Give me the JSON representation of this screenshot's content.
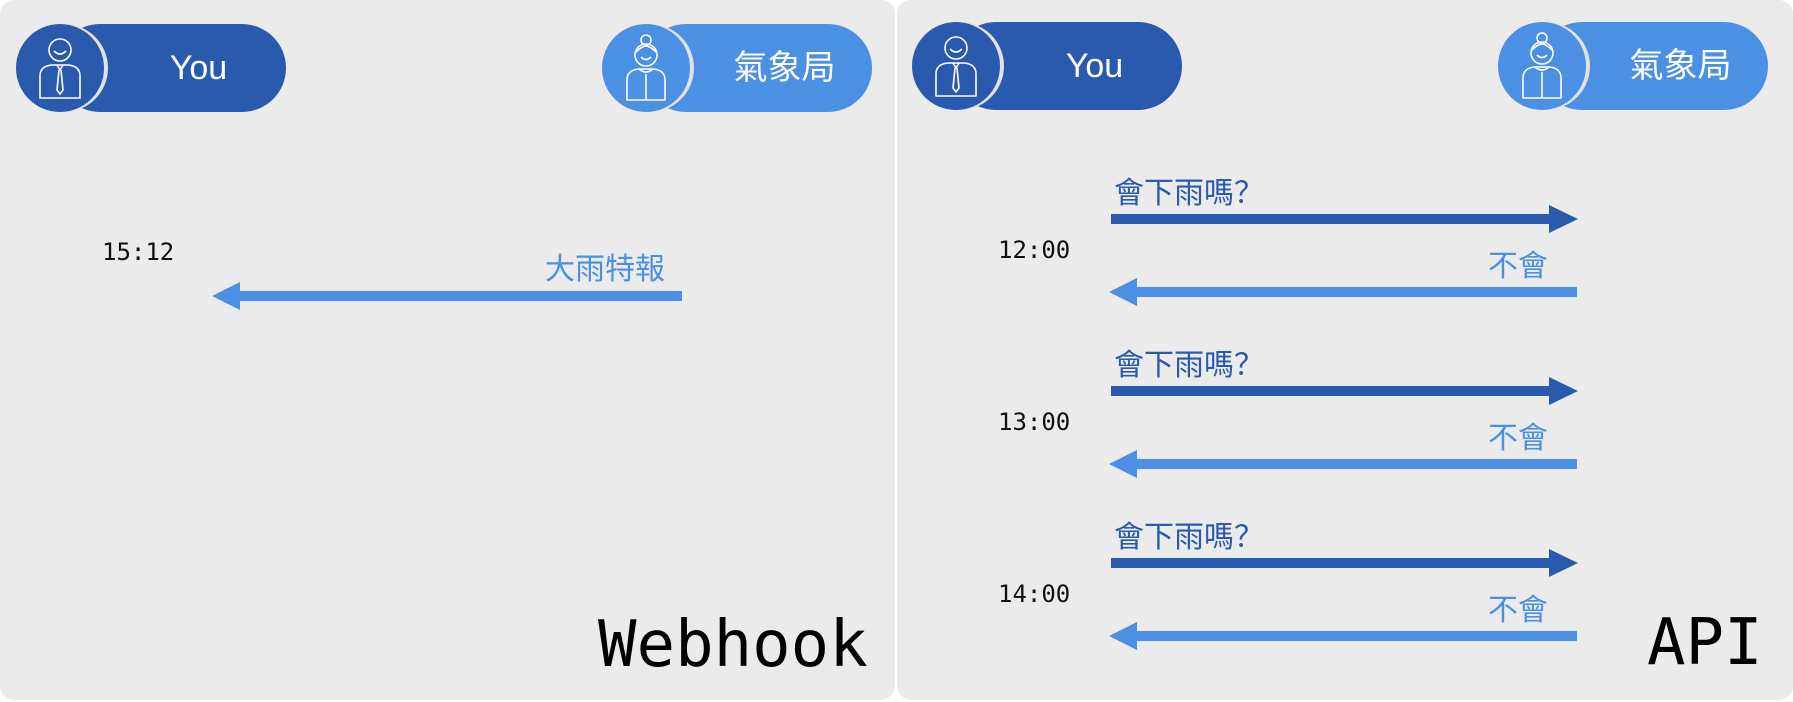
{
  "colors": {
    "you": "#2a5aad",
    "bureau": "#4b90e2",
    "background": "#ebebeb"
  },
  "webhook": {
    "title": "Webhook",
    "actors": {
      "you": {
        "label": "You",
        "icon": "man-icon"
      },
      "bureau": {
        "label": "氣象局",
        "icon": "woman-icon"
      }
    },
    "events": [
      {
        "time": "15:12",
        "direction": "bureau-to-you",
        "message": "大雨特報"
      }
    ]
  },
  "api": {
    "title": "API",
    "actors": {
      "you": {
        "label": "You",
        "icon": "man-icon"
      },
      "bureau": {
        "label": "氣象局",
        "icon": "woman-icon"
      }
    },
    "rounds": [
      {
        "time": "12:00",
        "request": "會下雨嗎？",
        "response": "不會"
      },
      {
        "time": "13:00",
        "request": "會下雨嗎？",
        "response": "不會"
      },
      {
        "time": "14:00",
        "request": "會下雨嗎？",
        "response": "不會"
      }
    ]
  }
}
